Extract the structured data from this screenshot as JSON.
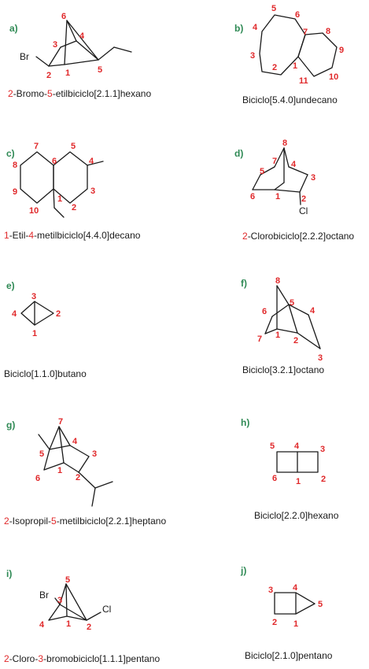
{
  "molecules": [
    {
      "letter": "a)",
      "name_parts": [
        {
          "t": "2",
          "red": true
        },
        {
          "t": "-Bromo-"
        },
        {
          "t": "5",
          "red": true
        },
        {
          "t": "-etilbiciclo[2.1.1]hexano"
        }
      ],
      "nums": [
        "6",
        "4",
        "3",
        "2",
        "1",
        "5"
      ],
      "atoms": [
        "Br"
      ]
    },
    {
      "letter": "b)",
      "name_parts": [
        {
          "t": "Biciclo[5.4.0]undecano"
        }
      ],
      "nums": [
        "5",
        "6",
        "4",
        "7",
        "8",
        "3",
        "9",
        "2",
        "1",
        "10",
        "11"
      ],
      "atoms": []
    },
    {
      "letter": "c)",
      "name_parts": [
        {
          "t": "1",
          "red": true
        },
        {
          "t": "-Etil-"
        },
        {
          "t": "4",
          "red": true
        },
        {
          "t": "-metilbiciclo[4.4.0]decano"
        }
      ],
      "nums": [
        "7",
        "5",
        "6",
        "4",
        "8",
        "9",
        "3",
        "10",
        "1",
        "2"
      ],
      "atoms": []
    },
    {
      "letter": "d)",
      "name_parts": [
        {
          "t": "2",
          "red": true
        },
        {
          "t": "-Clorobiciclo[2.2.2]octano"
        }
      ],
      "nums": [
        "8",
        "7",
        "5",
        "4",
        "3",
        "6",
        "1",
        "2"
      ],
      "atoms": [
        "Cl"
      ]
    },
    {
      "letter": "e)",
      "name_parts": [
        {
          "t": "Biciclo[1.1.0]butano"
        }
      ],
      "nums": [
        "3",
        "4",
        "2",
        "1"
      ],
      "atoms": []
    },
    {
      "letter": "f)",
      "name_parts": [
        {
          "t": "Biciclo[3.2.1]octano"
        }
      ],
      "nums": [
        "8",
        "5",
        "4",
        "6",
        "7",
        "1",
        "2",
        "3"
      ],
      "atoms": []
    },
    {
      "letter": "g)",
      "name_parts": [
        {
          "t": "2",
          "red": true
        },
        {
          "t": "-Isopropil-"
        },
        {
          "t": "5",
          "red": true
        },
        {
          "t": "-metilbiciclo[2.2.1]heptano"
        }
      ],
      "nums": [
        "7",
        "4",
        "5",
        "3",
        "6",
        "1",
        "2"
      ],
      "atoms": []
    },
    {
      "letter": "h)",
      "name_parts": [
        {
          "t": "Biciclo[2.2.0]hexano"
        }
      ],
      "nums": [
        "5",
        "4",
        "3",
        "6",
        "1",
        "2"
      ],
      "atoms": []
    },
    {
      "letter": "i)",
      "name_parts": [
        {
          "t": "2",
          "red": true
        },
        {
          "t": "-Cloro-"
        },
        {
          "t": "3",
          "red": true
        },
        {
          "t": "-bromobiciclo[1.1.1]pentano"
        }
      ],
      "nums": [
        "5",
        "3",
        "4",
        "1",
        "2"
      ],
      "atoms": [
        "Br",
        "Cl"
      ]
    },
    {
      "letter": "j)",
      "name_parts": [
        {
          "t": "Biciclo[2.1.0]pentano"
        }
      ],
      "nums": [
        "3",
        "4",
        "5",
        "2",
        "1"
      ],
      "atoms": []
    }
  ]
}
